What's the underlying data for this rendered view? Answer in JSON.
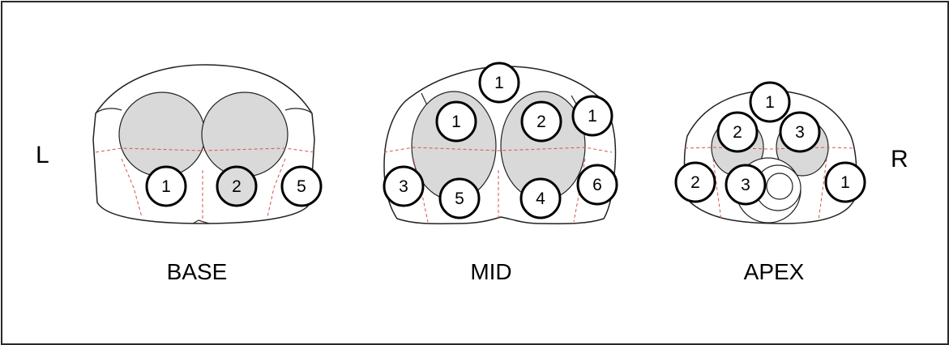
{
  "orientation": {
    "left": "L",
    "right": "R"
  },
  "sections": {
    "base": {
      "label": "BASE",
      "markers": [
        "1",
        "2",
        "5"
      ]
    },
    "mid": {
      "label": "MID",
      "markers": [
        "1",
        "1",
        "2",
        "1",
        "3",
        "5",
        "4",
        "6"
      ]
    },
    "apex": {
      "label": "APEX",
      "markers": [
        "1",
        "2",
        "3",
        "2",
        "3",
        "1"
      ]
    }
  },
  "colors": {
    "outline": "#222222",
    "shaded_region": "#d9d9d9",
    "zone_divider": "#d9534f",
    "marker_fill": "#ffffff",
    "marker_fill_shaded": "#dcdcdc"
  }
}
